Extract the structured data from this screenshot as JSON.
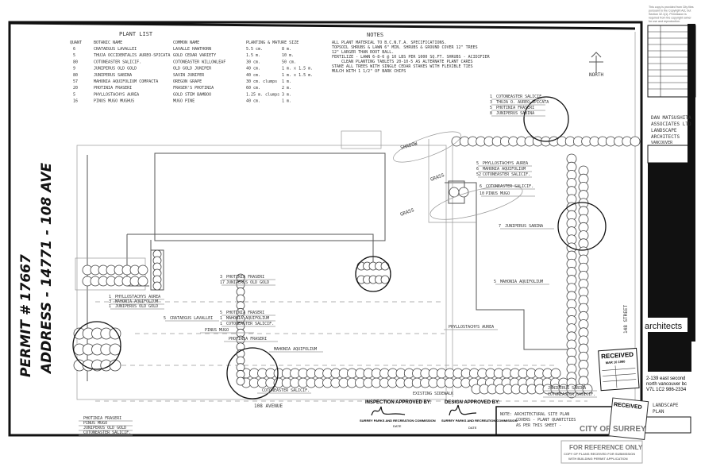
{
  "permit": {
    "permit_no": "PERMIT # 17667",
    "address": "ADDRESS - 14771 - 108 AVE"
  },
  "plant_list": {
    "title": "PLANT LIST",
    "headers": [
      "QUANT",
      "BOTANIC NAME",
      "COMMON NAME",
      "PLANTING & MATURE SIZE"
    ],
    "rows": [
      [
        "6",
        "CRATAEGUS LAVALLEI",
        "LAVALLE HAWTHORN",
        "5.5 cm.",
        "8 m."
      ],
      [
        "5",
        "THUJA OCCIDENTALIS AUREO-SPICATA",
        "GOLD CEDAR VARIETY",
        "1.5 m.",
        "10 m."
      ],
      [
        "80",
        "COTONEASTER SALICIF.",
        "COTONEASTER WILLOWLEAF",
        "30 cm.",
        "50 cm."
      ],
      [
        "9",
        "JUNIPERUS OLD GOLD",
        "OLD GOLD JUNIPER",
        "40 cm.",
        "1 m. x 1.5 m."
      ],
      [
        "80",
        "JUNIPERUS SABINA",
        "SAVIN JUNIPER",
        "40 cm.",
        "1 m. x 1.5 m."
      ],
      [
        "57",
        "MAHONIA AQUIFOLIUM COMPACTA",
        "OREGON GRAPE",
        "30 cm. clumps",
        "1 m."
      ],
      [
        "20",
        "PHOTINIA FRASERI",
        "FRASER'S PHOTINIA",
        "60 cm.",
        "2 m."
      ],
      [
        "5",
        "PHYLLOSTACHYS AUREA",
        "GOLD STEM BAMBOO",
        "1.25 m. clumps",
        "3 m."
      ],
      [
        "16",
        "PINUS MUGO MUGHUS",
        "MUGO PINE",
        "40 cm.",
        "1 m."
      ]
    ]
  },
  "notes": {
    "title": "NOTES",
    "lines": [
      "ALL PLANT MATERIAL TO B.C.N.T.A. SPECIFICATIONS.",
      "TOPSOIL SHRUBS & LAWN 6\" MIN. SHRUBS & GROUND COVER 12\" TREES",
      "12\" LARGER THAN ROOT BALL.",
      "FERTILIZE - LAWN 6-8-6 @ 10 LBS PER 1000 SQ.FT. SHRUBS - ACIDIFIER",
      "CLEAN PLANTING TABLETS 20-10-5 AS ALTERNATE PLANT CARES",
      "STAKE ALL TREES WITH SINGLE CEDAR STAKES WITH FLEXIBLE TIES",
      "MULCH WITH 1 1/2\" OF BARK CHIPS"
    ]
  },
  "north_label": "NORTH",
  "callouts": [
    "COTONEASTER SALICIF.",
    "THUJA O. AUREO-SPICATA",
    "PHOTINIA FRASERI",
    "JUNIPERUS SABINA",
    "PHYLLOSTACHYS AUREA",
    "MAHONIA AQUIFOLIUM",
    "COTONEASTER SALICIF.",
    "COTONEASTER SALICIF.",
    "PINUS MUGO",
    "JUNIPERUS SABINA",
    "MAHONIA AQUIFOLIUM",
    "PHOTINIA FRASERI",
    "JUNIPERUS OLD GOLD",
    "PHYLLOSTACHYS AUREA",
    "MAHONIA AQUIFOLIUM",
    "JUNIPERUS OLD GOLD",
    "PHOTINIA FRASERI",
    "MAHONIA AQUIFOLIUM",
    "COTONEASTER SALICIF.",
    "CRATAEGUS LAVALLEI",
    "PINUS MUGO",
    "PHOTINIA FRASERI",
    "MAHONIA AQUIFOLIUM",
    "PHYLLOSTACHYS AUREA",
    "COTONEASTER SALICIF.",
    "PHOTINIA FRASERI",
    "PINUS MUGO",
    "JUNIPERUS OLD GOLD",
    "COTONEASTER SALICIF.",
    "JUNIPERUS SABINA",
    "COTONEASTER SALICIF."
  ],
  "callout_qty": [
    "1",
    "3",
    "5",
    "8",
    "5",
    "6",
    "52",
    "6",
    "10",
    "7",
    "5",
    "3",
    "17",
    "1",
    "3",
    "1",
    "5",
    "1",
    "1",
    "5"
  ],
  "street_east": "148 STREET",
  "street_south": "108 AVENUE",
  "sidewalk": "EXISTING SIDEWALK",
  "hand_notes": [
    "SHADOW",
    "GRASS",
    "GRASS"
  ],
  "approvals": {
    "inspection": "INSPECTION APPROVED BY:",
    "design": "DESIGN APPROVED BY:",
    "commission": "SURREY PARKS AND RECREATION COMMISSION",
    "date_label": "DATE"
  },
  "site_note": [
    "NOTE: ARCHITECTURAL SITE PLAN",
    "COVERS - PLANT QUANTITIES",
    "AS PER THIS SHEET -"
  ],
  "title_block": {
    "copyright": [
      "This copy is provided from City files",
      "pursuant to the Copyright Act, but",
      "Section 32.1(1). Permission is",
      "required from the copyright owner",
      "for use and reproduction."
    ],
    "firm": [
      "DAN MATSUSHITA",
      "ASSOCIATES LTD",
      "LANDSCAPE",
      "ARCHITECTS"
    ],
    "firm_address": "VANCOUVER",
    "architects_logo": "architects",
    "architects_address": [
      "2-139 east second",
      "north vancouver bc",
      "V7L 1C2  986-2334"
    ],
    "drawing_title": [
      "LANDSCAPE",
      "PLAN"
    ]
  },
  "stamps": {
    "received": "RECEIVED",
    "received_date": "MAR 10 1980",
    "city": "CITY OF SURREY",
    "reference": "FOR REFERENCE ONLY",
    "reference_sub": [
      "COPY OF PLANS RECEIVED FOR SUBMISSION",
      "WITH BUILDING PERMIT APPLICATION"
    ]
  },
  "colors": {
    "ink": "#111111",
    "paper": "#ffffff",
    "pencil": "#555555"
  }
}
